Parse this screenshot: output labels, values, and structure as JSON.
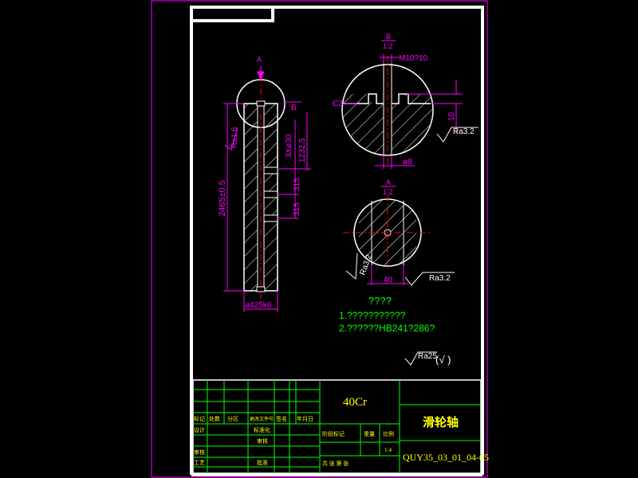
{
  "colors": {
    "background": "#000000",
    "frame": "#ff00ff",
    "border": "#ffffff",
    "dimension": "#ff00ff",
    "annotation": "#00ff00",
    "centerline": "#ff0000",
    "yellow": "#ffff00",
    "geometry": "#ffffff"
  },
  "main_view": {
    "view_label": "A",
    "detail_label": "B",
    "roughness": "Ra1.6",
    "length_dim": "2465±0.5",
    "holes_dim": "3Xø30",
    "spacing_dim": "1232.5",
    "gap_1": "315",
    "gap_2": "315",
    "diameter_dim": "ø425k6"
  },
  "detail_b": {
    "label": "B",
    "scale": "1:2",
    "thread": "M10?10",
    "chamfer": "C3",
    "depth": "10",
    "hole_dia": "ø8",
    "roughness": "Ra3.2"
  },
  "section_a": {
    "label": "A",
    "scale": "1:2",
    "width": "40",
    "left_roughness": "Ra3.2",
    "roughness": "Ra3.2"
  },
  "notes": {
    "title": "????",
    "line1": "1.???????????",
    "line2": "2.??????HB241?286?"
  },
  "surface_finish": {
    "value": "Ra25",
    "suffix": "(√    )"
  },
  "title_block": {
    "material": "40Cr",
    "part_name": "滑轮轴",
    "drawing_no": "QUY35_03_01_04-05",
    "row_labels": [
      "标记",
      "处数",
      "分区",
      "更改文件号",
      "签名",
      "年月日"
    ],
    "design": "设计",
    "standardization": "标准化",
    "review": "审核",
    "process": "工艺",
    "stage_mark": "阶段标记",
    "weight": "重量",
    "ratio": "比例",
    "approve": "批准",
    "checking": "审核",
    "sheets": "共 张 第 张",
    "scale_value": "1:4"
  }
}
